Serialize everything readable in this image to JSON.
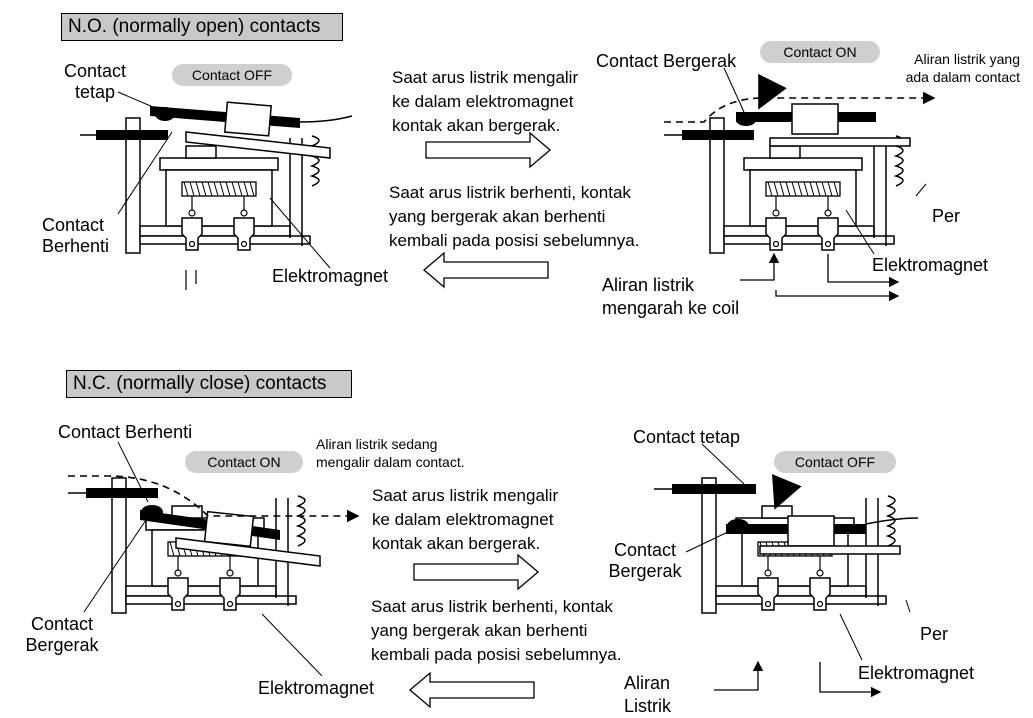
{
  "sections": {
    "no": {
      "title": "N.O. (normally open) contacts",
      "left": {
        "state_pill": "Contact OFF",
        "fixed_contact_label": [
          "Contact",
          "tetap"
        ],
        "stop_contact_label": [
          "Contact",
          "Berhenti"
        ],
        "magnet_label": "Elektromagnet"
      },
      "middle": {
        "energize_text": [
          "Saat arus listrik mengalir",
          "ke dalam elektromagnet",
          "kontak akan bergerak."
        ],
        "release_text": [
          "Saat arus listrik berhenti, kontak",
          "yang bergerak akan berhenti",
          "kembali pada posisi sebelumnya."
        ]
      },
      "right": {
        "moving_contact_label": "Contact Bergerak",
        "state_pill": "Contact ON",
        "flow_note": [
          "Aliran listrik yang",
          "ada dalam contact"
        ],
        "spring_label": "Per",
        "magnet_label": "Elektromagnet",
        "coil_flow_label": [
          "Aliran listrik",
          "mengarah ke coil"
        ]
      }
    },
    "nc": {
      "title": "N.C. (normally close) contacts",
      "left": {
        "stop_contact_label": "Contact Berhenti",
        "state_pill": "Contact ON",
        "flow_note": [
          "Aliran listrik sedang",
          "mengalir dalam contact."
        ],
        "moving_contact_label": [
          "Contact",
          "Bergerak"
        ],
        "magnet_label": "Elektromagnet"
      },
      "middle": {
        "energize_text": [
          "Saat arus listrik mengalir",
          "ke dalam elektromagnet",
          "kontak akan bergerak."
        ],
        "release_text": [
          "Saat arus listrik berhenti, kontak",
          "yang bergerak akan berhenti",
          "kembali pada posisi sebelumnya."
        ]
      },
      "right": {
        "fixed_contact_label": "Contact tetap",
        "state_pill": "Contact OFF",
        "moving_contact_label": [
          "Contact",
          "Bergerak"
        ],
        "spring_label": "Per",
        "magnet_label": "Elektromagnet",
        "coil_flow_label": [
          "Aliran",
          "Listrik"
        ]
      }
    }
  }
}
